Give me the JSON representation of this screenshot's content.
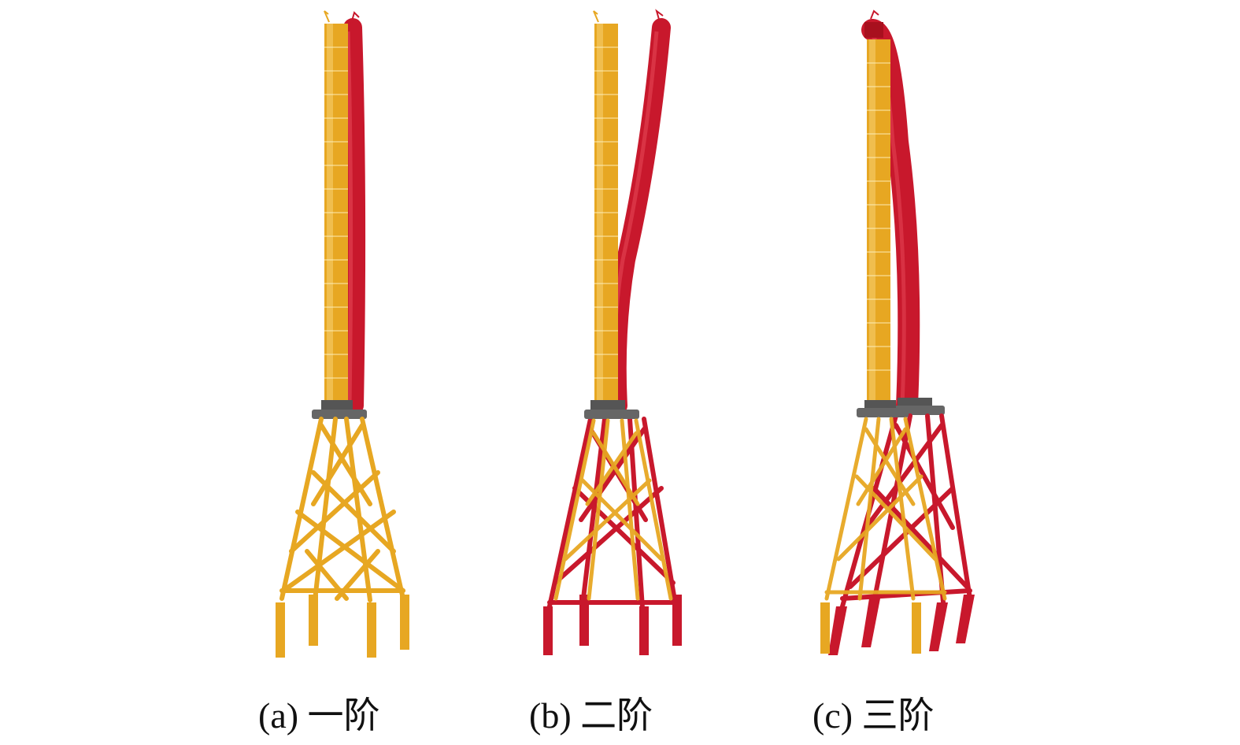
{
  "figure": {
    "panels": [
      {
        "id": "a",
        "caption": "(a) 一阶",
        "mode": "first-order bending"
      },
      {
        "id": "b",
        "caption": "(b) 二阶",
        "mode": "second-order bending"
      },
      {
        "id": "c",
        "caption": "(c) 三阶",
        "mode": "third-order bending"
      }
    ],
    "colors": {
      "undeformed": "#e7a722",
      "deformed": "#c8182c",
      "transition_piece": "#555555"
    }
  }
}
